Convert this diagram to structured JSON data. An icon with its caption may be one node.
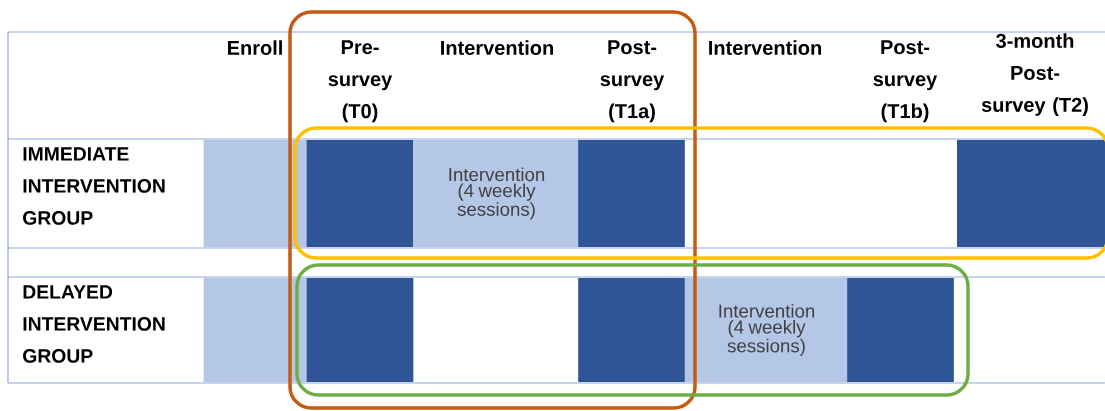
{
  "diagram": {
    "nodes": [
      {
        "text": [],
        "shape": "box"
      },
      {
        "text": [],
        "shape": "box"
      },
      {
        "text": [
          "Intervention (4 weekly sessions)"
        ]
      },
      {
        "text": [],
        "shape": "box"
      },
      {
        "text": [],
        "shape": "box"
      },
      {
        "text": [],
        "shape": "box"
      },
      {
        "text": [],
        "shape": "box"
      },
      {
        "text": [],
        "shape": "box"
      },
      {
        "text": [
          "Intervention (4 weekly sessions)"
        ]
      },
      {
        "text": [],
        "shape": "box"
      }
    ],
    "labels": [
      "Enroll",
      "Pre-survey (T0)",
      "Intervention",
      "Post-survey (T1a)",
      "Intervention",
      "Post-survey (T1b)",
      "3-month Post-survey (T2)",
      "IMMEDIATE INTERVENTION GROUP",
      "DELAYED INTERVENTION GROUP"
    ]
  }
}
